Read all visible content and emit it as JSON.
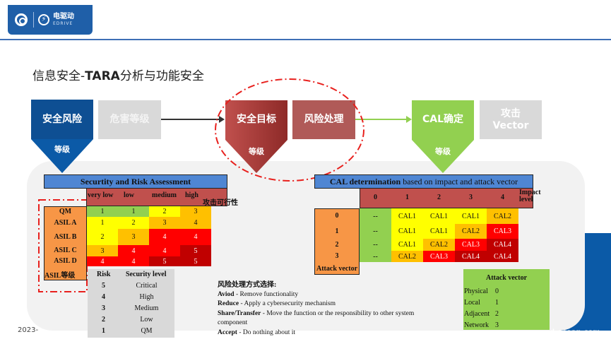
{
  "header": {
    "logo_text": "电驱动",
    "logo_sub": "EDRIVE",
    "title_prefix": "信息安全-",
    "title_tara": "TARA",
    "title_suffix": "分析与功能安全"
  },
  "process": {
    "step1": {
      "label": "安全风险",
      "sub": "等级",
      "color": "#0b5aa7"
    },
    "step1b": {
      "label": "危害等级",
      "color": "#d9d9d9"
    },
    "step2": {
      "label": "安全目标",
      "sub": "等级",
      "color": "#b5413e"
    },
    "step2b": {
      "label": "风险处理",
      "color": "#b05a58"
    },
    "step3": {
      "label": "CAL确定",
      "sub": "等级",
      "color": "#92d050"
    },
    "step3b": {
      "label_line1": "攻击",
      "label_line2": "Vector",
      "color": "#d9d9d9"
    }
  },
  "risk_table": {
    "title": "Securtity and Risk Assessment",
    "columns": [
      "very low",
      "low",
      "medium",
      "high"
    ],
    "column_axis_label": "攻击可行性",
    "row_axis_label": "ASIL等级",
    "rows": [
      {
        "label": "QM",
        "values": [
          "1",
          "1",
          "2",
          "3"
        ],
        "colors": [
          "green",
          "green",
          "yellow",
          "orange"
        ]
      },
      {
        "label": "ASIL A",
        "values": [
          "1",
          "2",
          "3",
          "4"
        ],
        "colors": [
          "yellow",
          "yellow",
          "orange",
          "orange"
        ]
      },
      {
        "label": "ASIL B",
        "values": [
          "2",
          "3",
          "4",
          "4"
        ],
        "colors": [
          "yellow",
          "orange",
          "red",
          "red"
        ]
      },
      {
        "label": "ASIL C",
        "values": [
          "3",
          "4",
          "4",
          "5"
        ],
        "colors": [
          "orange",
          "red",
          "red",
          "dred"
        ]
      },
      {
        "label": "ASIL D",
        "values": [
          "4",
          "4",
          "5",
          "5"
        ],
        "colors": [
          "red",
          "red",
          "dred",
          "dred"
        ]
      }
    ]
  },
  "risk_legend": {
    "headers": [
      "Risk",
      "Security level"
    ],
    "rows": [
      [
        "5",
        "Critical"
      ],
      [
        "4",
        "High"
      ],
      [
        "3",
        "Medium"
      ],
      [
        "2",
        "Low"
      ],
      [
        "1",
        "QM"
      ]
    ]
  },
  "treatment": {
    "title": "风险处理方式选择:",
    "items": [
      {
        "key": "Aviod",
        "desc": " - Remove functionality"
      },
      {
        "key": "Reduce",
        "desc": " - Apply a cybersecurity mechanism"
      },
      {
        "key": "Share/Transfer",
        "desc": " - Move the function or the responsibility to other system component"
      },
      {
        "key": "Accept",
        "desc": " - Do nothing about it"
      }
    ]
  },
  "cal_table": {
    "title_bold": "CAL determination",
    "title_rest": " based on impact and attack vector",
    "columns": [
      "0",
      "1",
      "2",
      "3",
      "4"
    ],
    "column_axis_label_1": "Impact",
    "column_axis_label_2": "level",
    "row_axis_label": "Attack vector",
    "rows": [
      {
        "label": "0",
        "values": [
          "--",
          "CAL1",
          "CAL1",
          "CAL1",
          "CAL2"
        ],
        "colors": [
          "green",
          "yellow",
          "yellow",
          "yellow",
          "orange"
        ]
      },
      {
        "label": "1",
        "values": [
          "--",
          "CAL1",
          "CAL1",
          "CAL2",
          "CAL3"
        ],
        "colors": [
          "green",
          "yellow",
          "yellow",
          "orange",
          "red"
        ]
      },
      {
        "label": "2",
        "values": [
          "--",
          "CAL1",
          "CAL2",
          "CAL3",
          "CAL4"
        ],
        "colors": [
          "green",
          "yellow",
          "orange",
          "red",
          "dred"
        ]
      },
      {
        "label": "3",
        "values": [
          "--",
          "CAL2",
          "CAL3",
          "CAL4",
          "CAL4"
        ],
        "colors": [
          "green",
          "orange",
          "red",
          "dred",
          "dred"
        ]
      }
    ]
  },
  "attack_vector_legend": {
    "title": "Attack vector",
    "rows": [
      [
        "Physical",
        "0"
      ],
      [
        "Local",
        "1"
      ],
      [
        "Adjacent",
        "2"
      ],
      [
        "Network",
        "3"
      ]
    ]
  },
  "footer": {
    "date": "2023-",
    "url": "d-ocean.com"
  }
}
